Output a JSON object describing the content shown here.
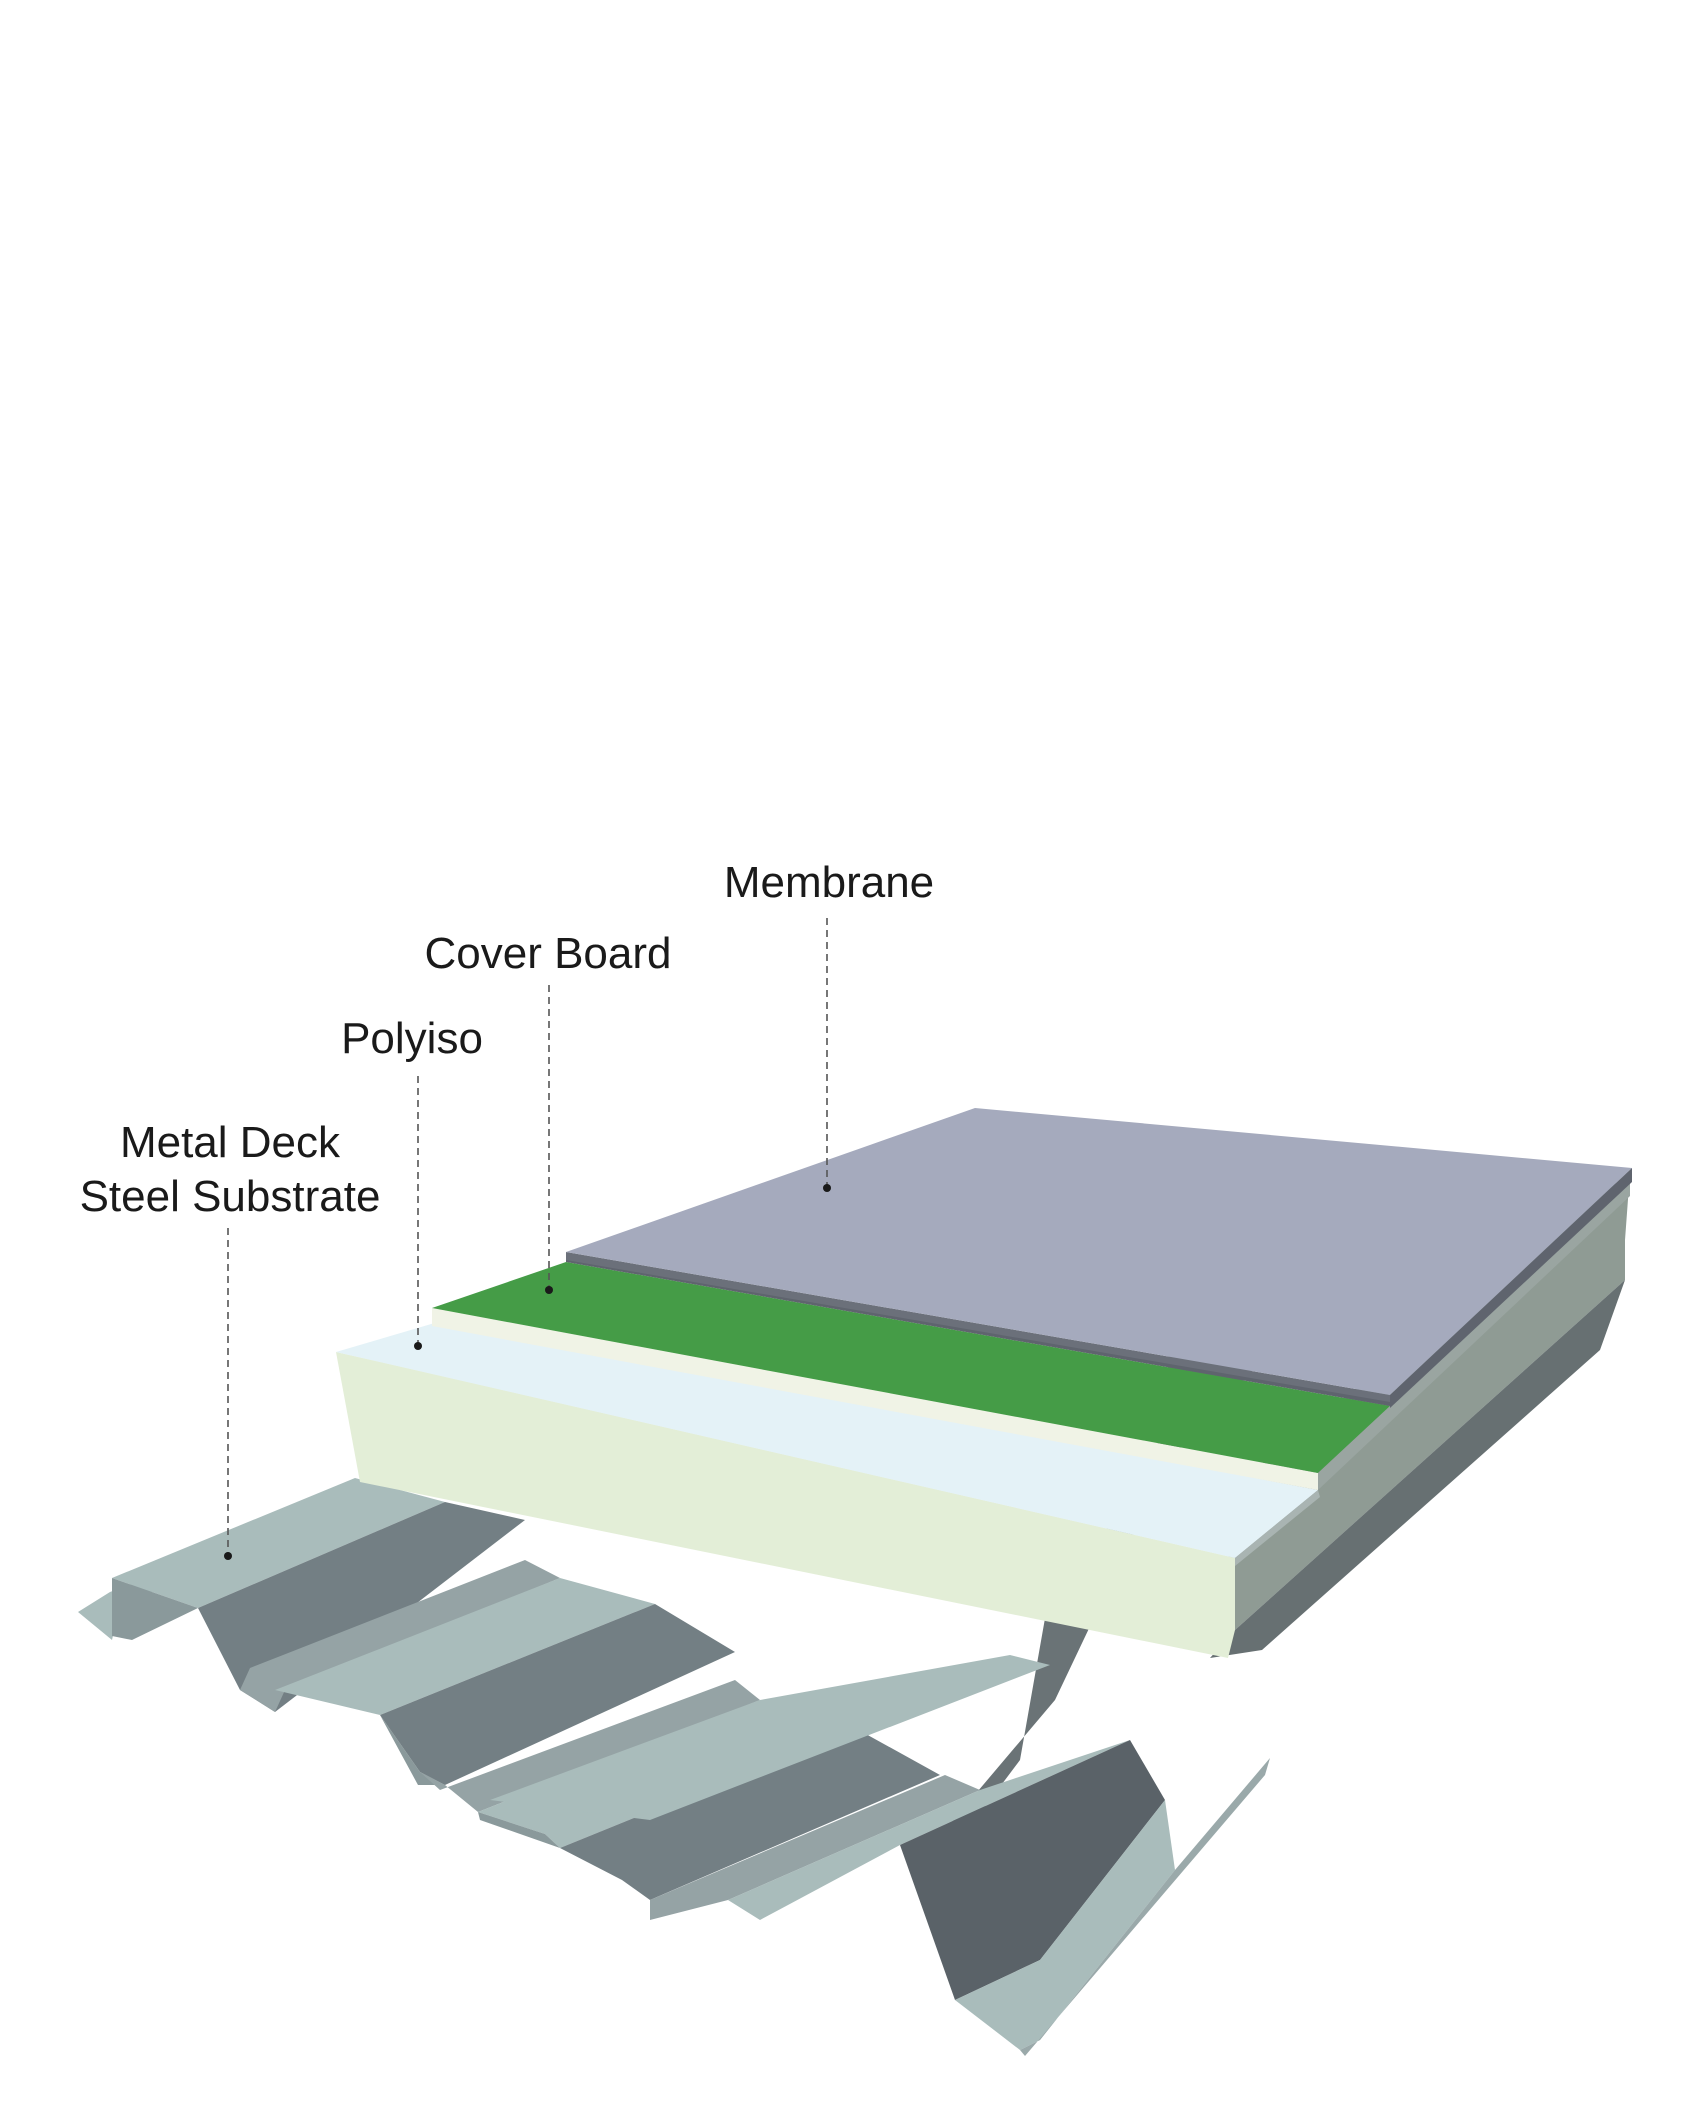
{
  "labels": {
    "membrane": "Membrane",
    "cover_board": "Cover Board",
    "polyiso": "Polyiso",
    "metal_deck_line1": "Metal Deck",
    "metal_deck_line2": "Steel Substrate"
  },
  "colors": {
    "membrane_top": "#a5aabd",
    "membrane_edge": "#5f646e",
    "cover_board_top": "#459c47",
    "cover_board_edge": "#f0f3e6",
    "polyiso_top": "#e4f2f7",
    "polyiso_front": "#e3eed7",
    "insulation_side": "#8f9b94",
    "deck_light": "#a9bcbb",
    "deck_dark": "#737f84",
    "deck_shadow": "#5a6268",
    "text": "#1a1a1a"
  }
}
